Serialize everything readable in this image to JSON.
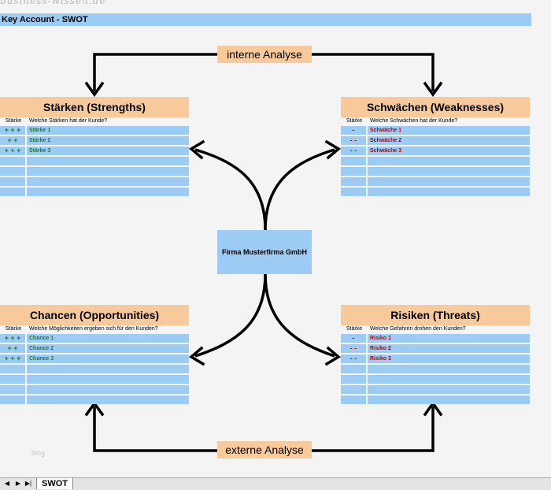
{
  "watermark": "business-wissen.de",
  "sheet_title": "Key Account - SWOT",
  "internal_label": "interne Analyse",
  "external_label": "externe Analyse",
  "company": "Firma Musterfirma GmbH",
  "blog_mark": "blog",
  "strengths": {
    "title": "Stärken (Strengths)",
    "col1": "Stärke",
    "col2": "Welche Stärken hat der Kunde?",
    "rows": [
      {
        "rating": "+ + +",
        "text": "Stärke 1"
      },
      {
        "rating": "+ +",
        "text": "Stärke 2"
      },
      {
        "rating": "+ + +",
        "text": "Stärke 3"
      },
      {
        "rating": "",
        "text": ""
      },
      {
        "rating": "",
        "text": ""
      },
      {
        "rating": "",
        "text": ""
      },
      {
        "rating": "",
        "text": ""
      }
    ]
  },
  "weaknesses": {
    "title": "Schwächen (Weaknesses)",
    "col1": "Stärke",
    "col2": "Welche Schwächen hat der Kunde?",
    "rows": [
      {
        "rating": "-",
        "text": "Schwäche 1"
      },
      {
        "rating": "- -",
        "text": "Schwäche 2"
      },
      {
        "rating": "- -",
        "text": "Schwäche 3"
      },
      {
        "rating": "",
        "text": ""
      },
      {
        "rating": "",
        "text": ""
      },
      {
        "rating": "",
        "text": ""
      },
      {
        "rating": "",
        "text": ""
      }
    ]
  },
  "opportunities": {
    "title": "Chancen (Opportunities)",
    "col1": "Stärke",
    "col2": "Welche Möglichkeiten ergeben sich für den Kunden?",
    "rows": [
      {
        "rating": "+ + +",
        "text": "Chance 1"
      },
      {
        "rating": "+ +",
        "text": "Chance 2"
      },
      {
        "rating": "+ + +",
        "text": "Chance 3"
      },
      {
        "rating": "",
        "text": ""
      },
      {
        "rating": "",
        "text": ""
      },
      {
        "rating": "",
        "text": ""
      },
      {
        "rating": "",
        "text": ""
      }
    ]
  },
  "threats": {
    "title": "Risiken (Threats)",
    "col1": "Stärke",
    "col2": "Welche Gefahren drohen den Kunden?",
    "rows": [
      {
        "rating": "-",
        "text": "Risiko 1"
      },
      {
        "rating": "- -",
        "text": "Risiko 2"
      },
      {
        "rating": "- -",
        "text": "Risiko 3"
      },
      {
        "rating": "",
        "text": ""
      },
      {
        "rating": "",
        "text": ""
      },
      {
        "rating": "",
        "text": ""
      },
      {
        "rating": "",
        "text": ""
      }
    ]
  },
  "tabbar": {
    "nav": [
      "◀",
      "▶",
      "▶|"
    ],
    "sheet_tab": "SWOT"
  }
}
